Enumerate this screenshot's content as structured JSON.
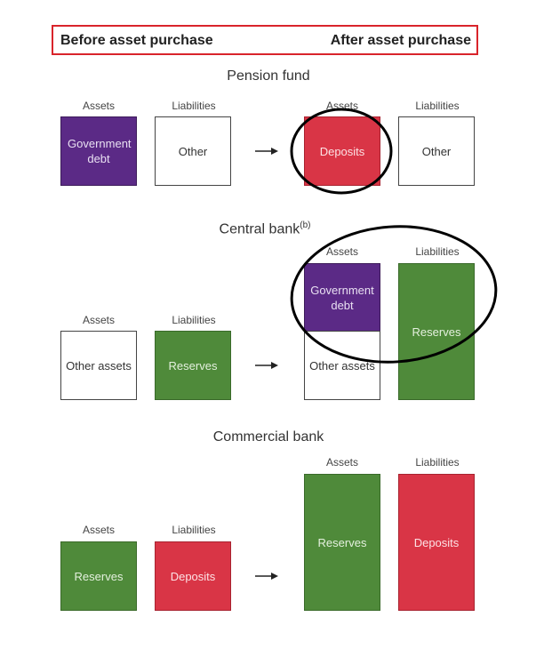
{
  "header": {
    "before": "Before asset purchase",
    "after": "After asset purchase"
  },
  "labels": {
    "assets": "Assets",
    "liabilities": "Liabilities"
  },
  "pension": {
    "title": "Pension fund",
    "before_assets": "Government debt",
    "before_liabilities": "Other",
    "after_assets": "Deposits",
    "after_liabilities": "Other"
  },
  "central": {
    "title": "Central bank",
    "title_sup": "(b)",
    "before_assets": "Other assets",
    "before_liabilities": "Reserves",
    "after_assets_top": "Government debt",
    "after_assets_bottom": "Other assets",
    "after_liabilities": "Reserves"
  },
  "commercial": {
    "title": "Commercial bank",
    "before_assets": "Reserves",
    "before_liabilities": "Deposits",
    "after_assets": "Reserves",
    "after_liabilities": "Deposits"
  },
  "colors": {
    "purple": "#5b2a86",
    "red": "#d93546",
    "green": "#4f8a3a",
    "highlight_border": "#d9242b"
  }
}
